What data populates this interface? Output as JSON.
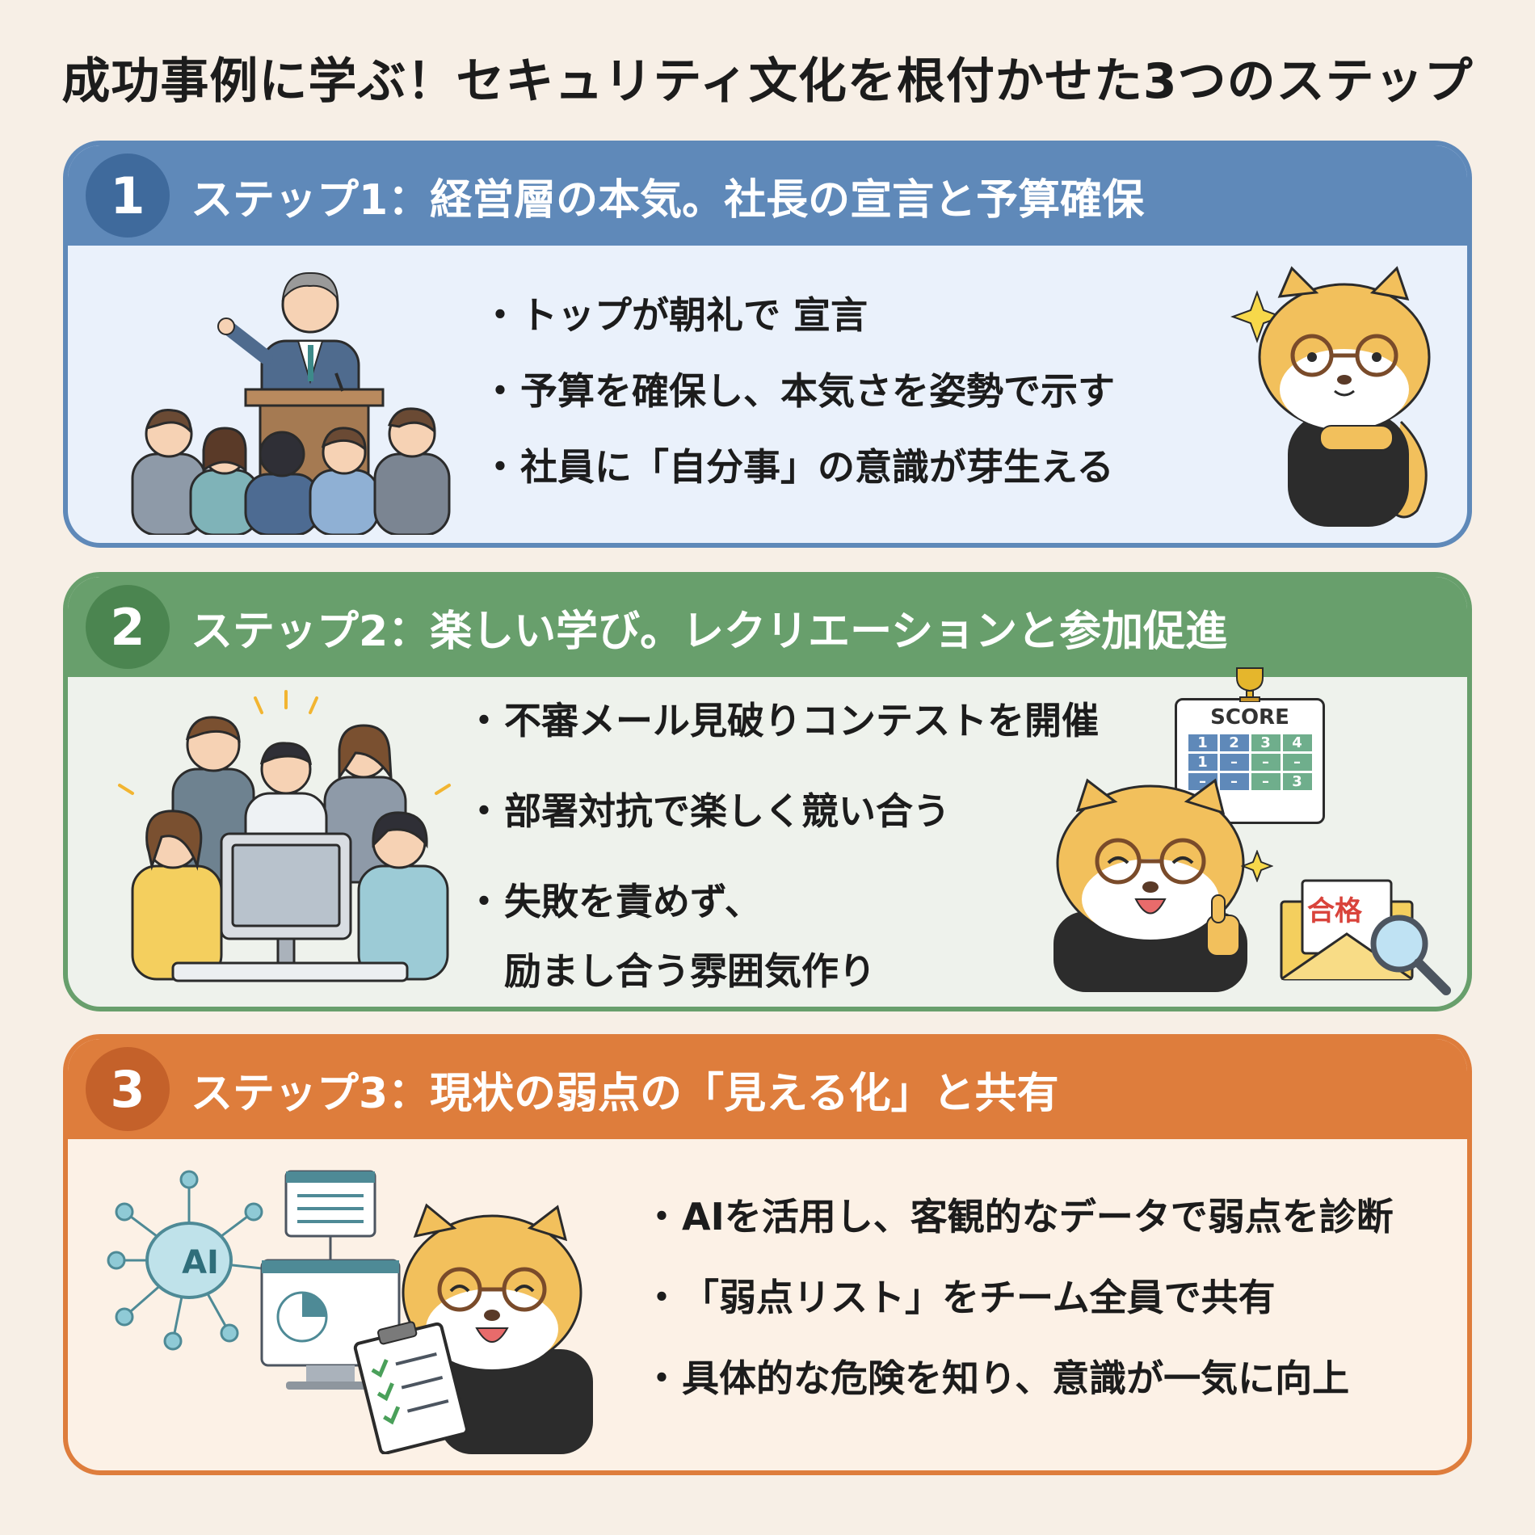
{
  "title": "成功事例に学ぶ！セキュリティ文化を根付かせた3つのステップ",
  "colors": {
    "background": "#f7efe6",
    "step1": "#5f89b9",
    "step1_dark": "#3f6a9c",
    "step1_body": "#eaf1fb",
    "step2": "#689f6c",
    "step2_dark": "#4b8550",
    "step2_body": "#eef2ec",
    "step3": "#de7d3c",
    "step3_dark": "#c4612a",
    "step3_body": "#fcf1e6"
  },
  "steps": [
    {
      "number": "1",
      "title": "ステップ1：経営層の本気。社長の宣言と予算確保",
      "bullets": [
        "トップが朝礼で 宣言",
        "予算を確保し、本気さを姿勢で示す",
        "社員に「自分事」の意識が芽生える"
      ],
      "illustration": "speaker-at-podium-with-audience",
      "mascot": "mascot-glasses-confident"
    },
    {
      "number": "2",
      "title": "ステップ2：楽しい学び。レクリエーションと参加促進",
      "bullets": [
        "不審メール見破りコンテストを開催",
        "部署対抗で楽しく競い合う",
        "失敗を責めず、"
      ],
      "bullet_continuation": "励まし合う雰囲気作り",
      "illustration": "team-at-computer",
      "mascot": "mascot-thumbs-up",
      "scoreboard": {
        "label": "SCORE",
        "header": [
          "1",
          "2",
          "3",
          "4"
        ],
        "rows": [
          [
            "1",
            "–",
            "–",
            "–"
          ],
          [
            "–",
            "–",
            "–",
            "3"
          ]
        ]
      },
      "envelope_stamp": "合格"
    },
    {
      "number": "3",
      "title": "ステップ3：現状の弱点の「見える化」と共有",
      "bullets": [
        "AIを活用し、客観的なデータで弱点を診断",
        "「弱点リスト」をチーム全員で共有",
        "具体的な危険を知り、意識が一気に向上"
      ],
      "illustration": "ai-network-dashboard",
      "ai_label": "AI",
      "mascot": "mascot-clipboard"
    }
  ]
}
